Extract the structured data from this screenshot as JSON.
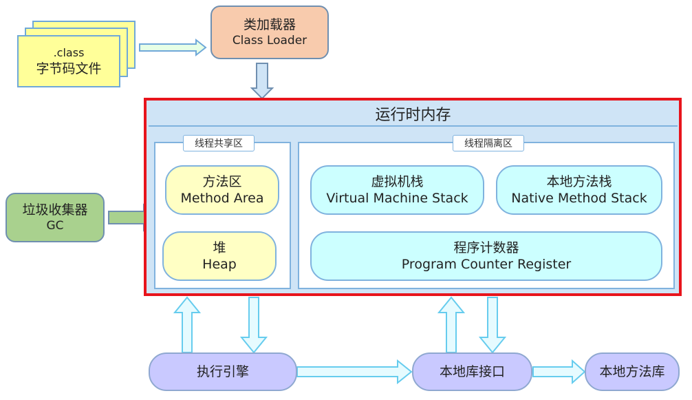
{
  "bytecode": {
    "line1": ".class",
    "line2": "字节码文件"
  },
  "class_loader": {
    "cn": "类加载器",
    "en": "Class Loader"
  },
  "runtime": {
    "title": "运行时内存",
    "shared_tag": "线程共享区",
    "isolated_tag": "线程隔离区",
    "method_area": {
      "cn": "方法区",
      "en": "Method Area"
    },
    "heap": {
      "cn": "堆",
      "en": "Heap"
    },
    "vm_stack": {
      "cn": "虚拟机栈",
      "en": "Virtual Machine Stack"
    },
    "native_stack": {
      "cn": "本地方法栈",
      "en": "Native Method Stack"
    },
    "pc_register": {
      "cn": "程序计数器",
      "en": "Program Counter Register"
    }
  },
  "gc": {
    "cn": "垃圾收集器",
    "en": "GC"
  },
  "bottom": {
    "engine": "执行引擎",
    "native_interface": "本地库接口",
    "native_library": "本地方法库"
  }
}
